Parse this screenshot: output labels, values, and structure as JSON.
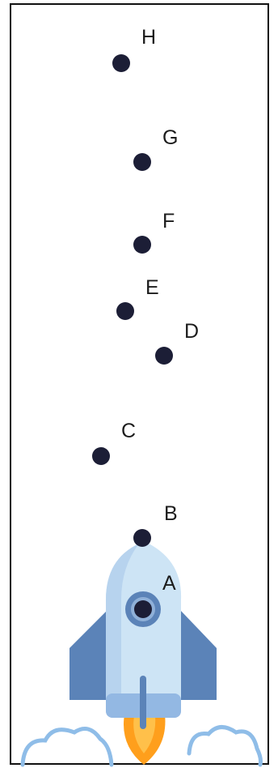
{
  "points": [
    {
      "id": "A",
      "label": "A"
    },
    {
      "id": "B",
      "label": "B"
    },
    {
      "id": "C",
      "label": "C"
    },
    {
      "id": "D",
      "label": "D"
    },
    {
      "id": "E",
      "label": "E"
    },
    {
      "id": "F",
      "label": "F"
    },
    {
      "id": "G",
      "label": "G"
    },
    {
      "id": "H",
      "label": "H"
    }
  ],
  "colors": {
    "dot": "#1c1e36",
    "rocket_body": "#cde4f5",
    "rocket_body_light": "#e6f1fb",
    "rocket_fins": "#5b83b8",
    "rocket_band": "#93b8e3",
    "flame_outer": "#ff9f1c",
    "flame_inner": "#ffc04a",
    "clouds": "#8fbde8"
  },
  "icon": "rocket-illustration"
}
